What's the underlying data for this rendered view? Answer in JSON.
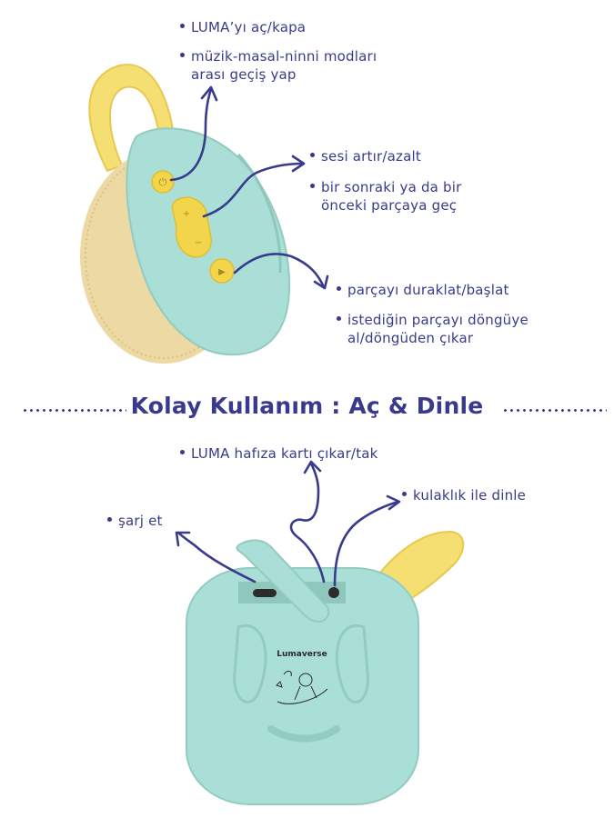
{
  "top_labels": [
    {
      "bullet": "LUMA’yı aç/kapa"
    },
    {
      "line1": "müzik-masal-ninni modları",
      "line2": "arası geçiş yap"
    },
    {
      "bullet": "sesi artır/azalt"
    },
    {
      "line1": "bir sonraki ya da bir",
      "line2": "önceki parçaya geç"
    },
    {
      "bullet": "parçayı duraklat/başlat"
    },
    {
      "line1": "istediğin parçayı döngüye",
      "line2": "al/döngüden çıkar"
    }
  ],
  "heading": "Kolay Kullanım : Aç & Dinle",
  "bottom_labels": {
    "memory_card": "LUMA hafıza kartı çıkar/tak",
    "headphone": "kulaklık ile dinle",
    "charge": "şarj et"
  },
  "device_brand": "Lumaverse",
  "colors": {
    "text": "#3a3a8c",
    "device_body": "#a9dfd6",
    "handle": "#f5de72",
    "fabric": "#ecd9a3",
    "button": "#f2d54a"
  }
}
